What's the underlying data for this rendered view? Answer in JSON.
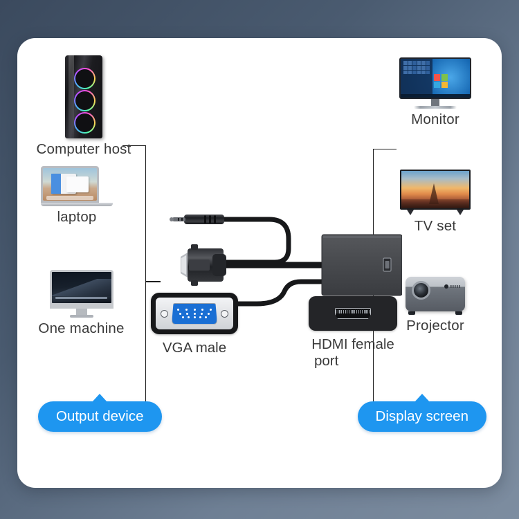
{
  "page": {
    "background_color": "#4a5b70",
    "card_color": "#ffffff"
  },
  "accent": {
    "badge_blue": "#1e96f0",
    "text_color": "#3a3a3a",
    "bracket_color": "#1d1d1d",
    "vga_blue": "#1a6fd4"
  },
  "output_devices": [
    {
      "label": "Computer host",
      "icon": "pc-tower-icon"
    },
    {
      "label": "laptop",
      "icon": "laptop-icon"
    },
    {
      "label": "One machine",
      "icon": "all-in-one-desktop-icon"
    }
  ],
  "display_devices": [
    {
      "label": "Monitor",
      "icon": "monitor-icon"
    },
    {
      "label": "TV set",
      "icon": "tv-icon"
    },
    {
      "label": "Projector",
      "icon": "projector-icon"
    }
  ],
  "connectors": [
    {
      "label": "VGA male",
      "icon": "vga-male-connector-icon"
    },
    {
      "label": "HDMI female\nport",
      "label_line1": "HDMI female",
      "label_line2": "port",
      "icon": "hdmi-female-port-icon"
    }
  ],
  "badges": {
    "left": "Output device",
    "right": "Display screen"
  },
  "product": {
    "name": "vga-to-hdmi-adapter",
    "parts": [
      "3.5mm-audio-jack",
      "vga-male-plug",
      "usb-power-cable",
      "hdmi-female-adapter-box"
    ]
  }
}
